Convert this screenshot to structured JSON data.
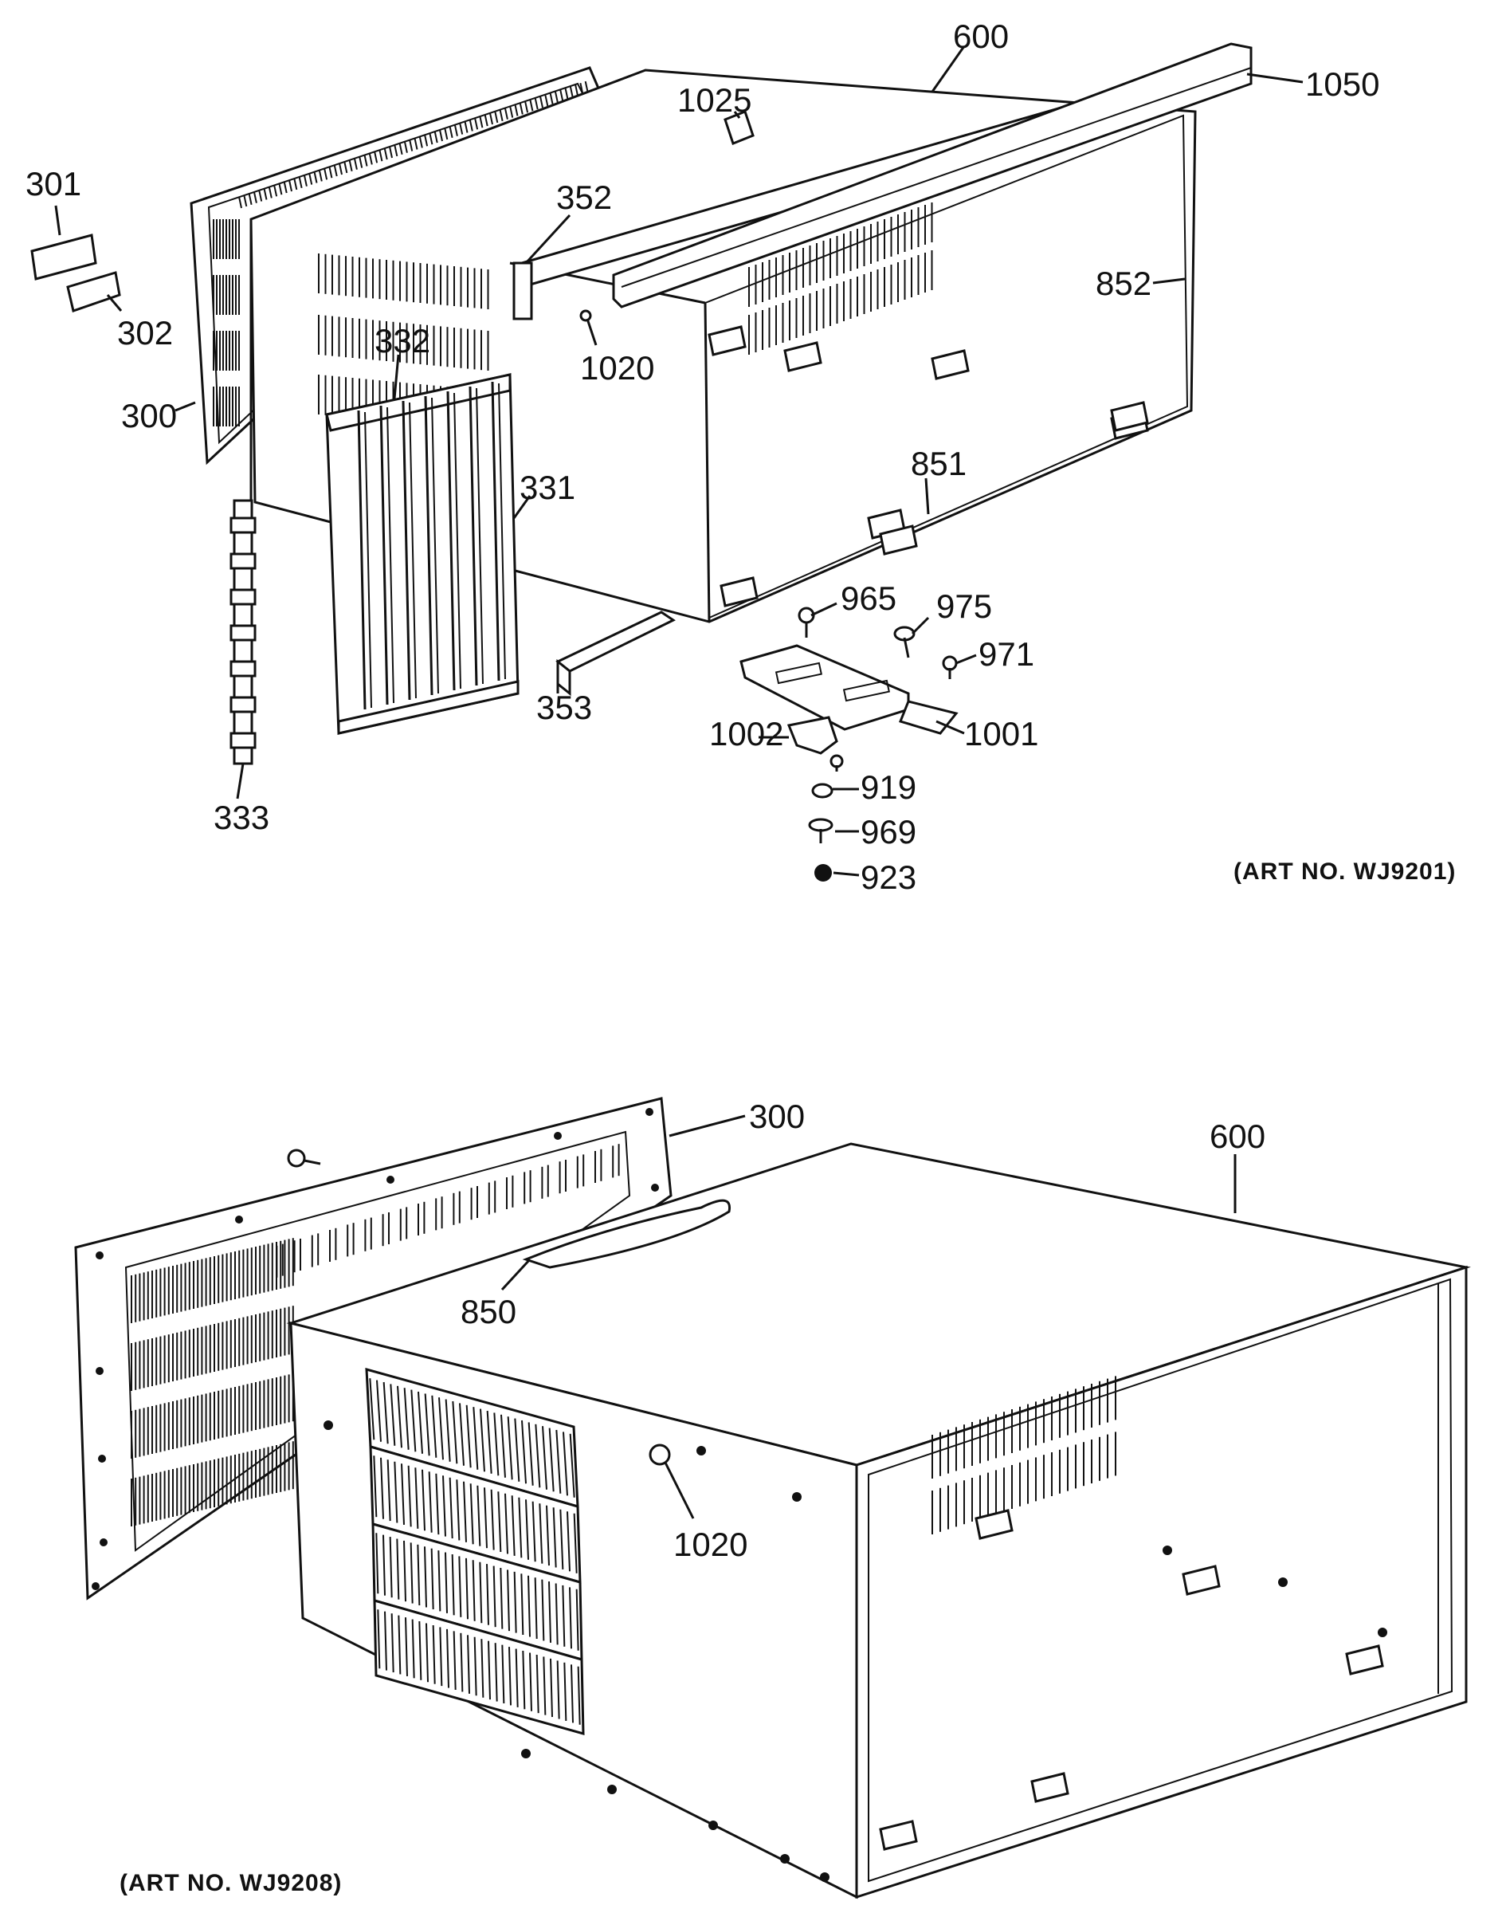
{
  "top": {
    "art_number": "(ART NO. WJ9201)",
    "callouts": [
      "600",
      "1050",
      "1025",
      "301",
      "302",
      "352",
      "852",
      "300",
      "332",
      "1020",
      "331",
      "851",
      "965",
      "975",
      "971",
      "353",
      "1002",
      "1001",
      "919",
      "969",
      "923",
      "333"
    ]
  },
  "bottom": {
    "art_number": "(ART NO. WJ9208)",
    "callouts": [
      "300",
      "600",
      "850",
      "1020"
    ]
  },
  "colors": {
    "ink": "#111111",
    "paper": "#ffffff"
  }
}
